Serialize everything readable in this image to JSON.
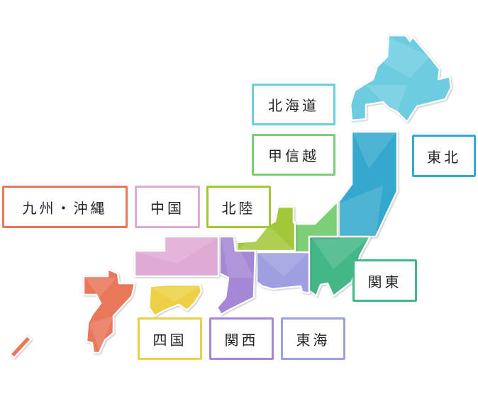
{
  "regions": {
    "hokkaido": {
      "label": "北海道",
      "color": "#6dcde0"
    },
    "tohoku": {
      "label": "東北",
      "color": "#35a9cd"
    },
    "kanto": {
      "label": "関東",
      "color": "#44b787"
    },
    "hokuriku": {
      "label": "北陸",
      "color": "#a2c83a"
    },
    "koshinetsu": {
      "label": "甲信越",
      "color": "#7ccf77"
    },
    "tokai": {
      "label": "東海",
      "color": "#9d9fe0"
    },
    "kansai": {
      "label": "関西",
      "color": "#a487d6"
    },
    "chugoku": {
      "label": "中国",
      "color": "#e1a9d6"
    },
    "shikoku": {
      "label": "四国",
      "color": "#edd046"
    },
    "kyushu": {
      "label": "九州・沖縄",
      "color": "#e9775a"
    }
  }
}
